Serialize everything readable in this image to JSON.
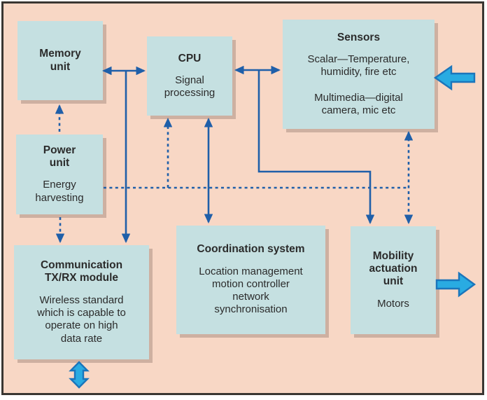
{
  "colors": {
    "background": "#f8d7c5",
    "box_fill": "#c5e0e1",
    "arrow_blue": "#1f5fa9",
    "io_arrow_fill": "#29abe2",
    "io_arrow_stroke": "#1b75bb",
    "text": "#2b2b2b",
    "border": "#3a3632"
  },
  "boxes": {
    "memory": {
      "title": "Memory\nunit"
    },
    "cpu": {
      "title": "CPU",
      "body": "Signal\nprocessing"
    },
    "sensors": {
      "title": "Sensors",
      "body": "Scalar—Temperature,\nhumidity, fire etc\n\nMultimedia—digital\ncamera, mic etc"
    },
    "power": {
      "title": "Power\nunit",
      "body": "Energy\nharvesting"
    },
    "communication": {
      "title": "Communication\nTX/RX module",
      "body": "Wireless standard\nwhich is capable to\noperate on high\ndata rate"
    },
    "coordination": {
      "title": "Coordination system",
      "body": "Location management\nmotion controller\nnetwork\nsynchronisation"
    },
    "mobility": {
      "title": "Mobility\nactuation\nunit",
      "body": "Motors"
    }
  },
  "connections": [
    {
      "from": "memory-unit",
      "to": "cpu",
      "type": "data",
      "style": "solid",
      "direction": "both"
    },
    {
      "from": "cpu",
      "to": "sensors",
      "type": "data",
      "style": "solid",
      "direction": "both"
    },
    {
      "from": "memory-cpu-link",
      "to": "communication-tx-rx-module",
      "type": "data",
      "style": "solid",
      "direction": "to"
    },
    {
      "from": "cpu",
      "to": "coordination-system",
      "type": "data",
      "style": "solid",
      "direction": "both"
    },
    {
      "from": "cpu-sensors-link",
      "to": "mobility-actuation-unit",
      "type": "data",
      "style": "solid",
      "direction": "to"
    },
    {
      "from": "power-unit",
      "to": "memory-unit",
      "type": "power",
      "style": "dashed",
      "direction": "to"
    },
    {
      "from": "power-unit",
      "to": "communication-tx-rx-module",
      "type": "power",
      "style": "dashed",
      "direction": "to"
    },
    {
      "from": "power-unit",
      "to": "cpu",
      "type": "power",
      "style": "dashed",
      "direction": "to"
    },
    {
      "from": "power-unit",
      "to": "sensors",
      "type": "power",
      "style": "dashed",
      "direction": "both"
    },
    {
      "from": "power-unit",
      "to": "mobility-actuation-unit",
      "type": "power",
      "style": "dashed",
      "direction": "both"
    },
    {
      "from": "environment",
      "to": "sensors",
      "type": "io",
      "style": "thick",
      "direction": "to"
    },
    {
      "from": "mobility-actuation-unit",
      "to": "environment",
      "type": "io",
      "style": "thick",
      "direction": "to"
    },
    {
      "from": "communication-tx-rx-module",
      "to": "environment",
      "type": "io",
      "style": "thick",
      "direction": "both"
    }
  ]
}
